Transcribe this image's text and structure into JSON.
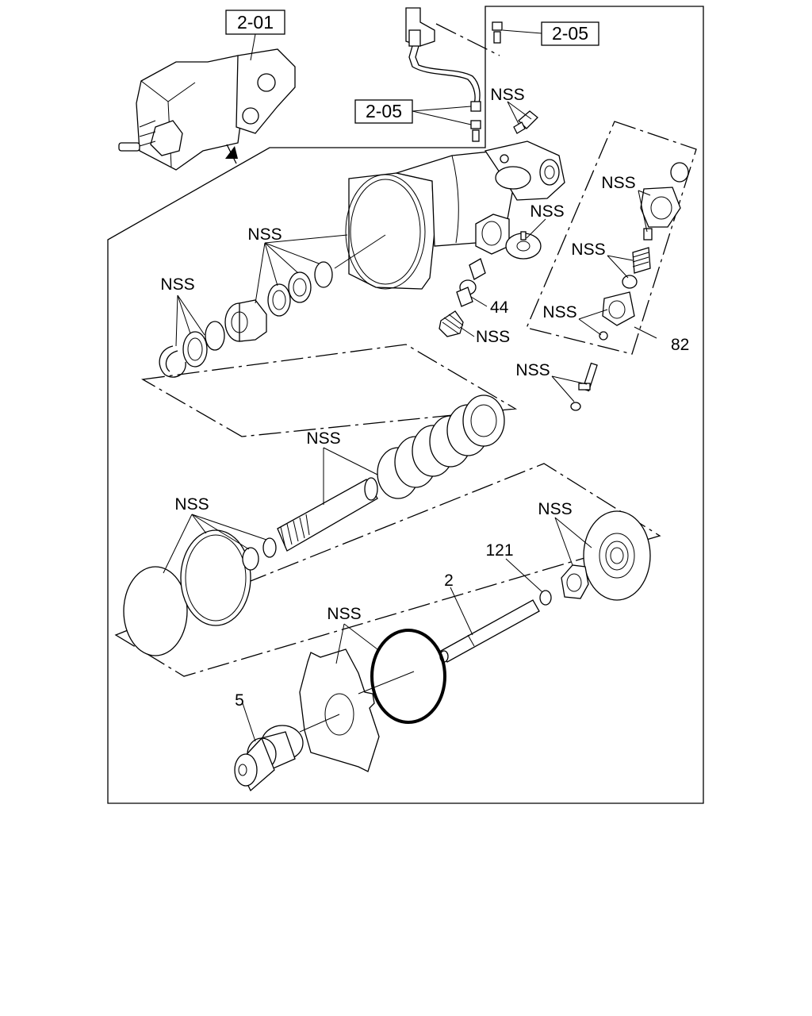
{
  "references": {
    "r201": "2-01",
    "r205_top": "2-05",
    "r205_mid": "2-05"
  },
  "labels": {
    "nss_valve_top": "NSS",
    "nss_right_oring": "NSS",
    "nss_screw": "NSS",
    "nss_spring_small": "NSS",
    "nss_seal_rings": "NSS",
    "nss_left_rings": "NSS",
    "nss_right_spring": "NSS",
    "nss_bottom_seal": "NSS",
    "nss_bracket": "NSS",
    "nss_main_spring": "NSS",
    "nss_piston_seals": "NSS",
    "nss_nut": "NSS",
    "nss_gasket": "NSS",
    "n44": "44",
    "n82": "82",
    "n121": "121",
    "n2": "2",
    "n5": "5"
  }
}
